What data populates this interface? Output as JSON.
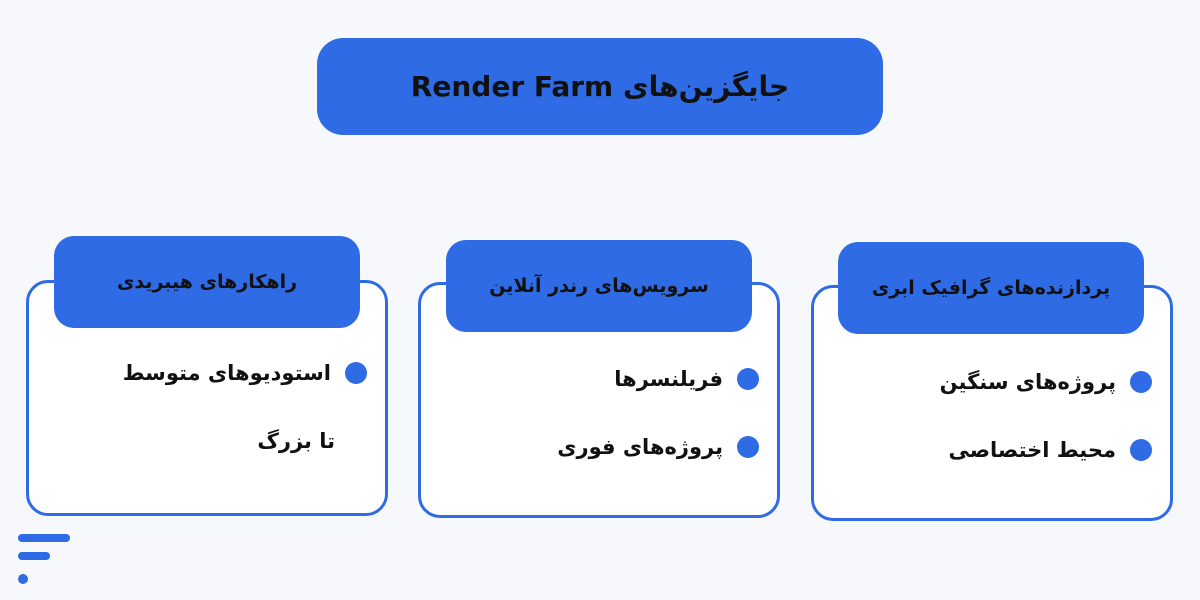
{
  "title": "جایگزین‌های Render Farm",
  "columns": [
    {
      "heading": "پردازنده‌های گرافیک ابری",
      "items": [
        "پروژه‌های سنگین",
        "محیط اختصاصی"
      ]
    },
    {
      "heading": "سرویس‌های رندر آنلاین",
      "items": [
        "فریلنسرها",
        "پروژه‌های فوری"
      ]
    },
    {
      "heading": "راهکارهای هیبریدی",
      "items": [
        "استودیوهای متوسط"
      ],
      "continuation": "تا بزرگ"
    }
  ],
  "colors": {
    "accent": "#2e6be4",
    "background": "#f6f8fc",
    "text": "#111111"
  },
  "logo_icon": "brand-lines-icon"
}
